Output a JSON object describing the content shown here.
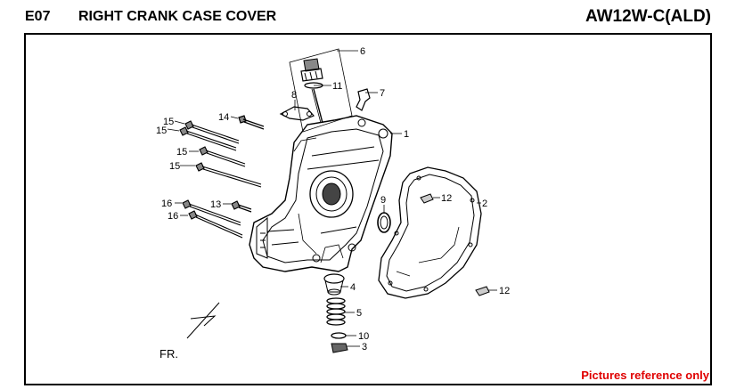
{
  "header": {
    "section_code": "E07",
    "section_title": "RIGHT CRANK CASE COVER",
    "model_code": "AW12W-C(ALD)"
  },
  "footer": {
    "note": "Pictures reference only",
    "note_color": "#e00000"
  },
  "diagram": {
    "direction_label": "FR.",
    "callouts": {
      "c1": "1",
      "c2": "2",
      "c3": "3",
      "c4": "4",
      "c5": "5",
      "c6": "6",
      "c7": "7",
      "c8": "8",
      "c9": "9",
      "c10": "10",
      "c11": "11",
      "c12a": "12",
      "c12b": "12",
      "c13": "13",
      "c14": "14",
      "c15a": "15",
      "c15b": "15",
      "c15c": "15",
      "c15d": "15",
      "c16a": "16",
      "c16b": "16"
    }
  }
}
